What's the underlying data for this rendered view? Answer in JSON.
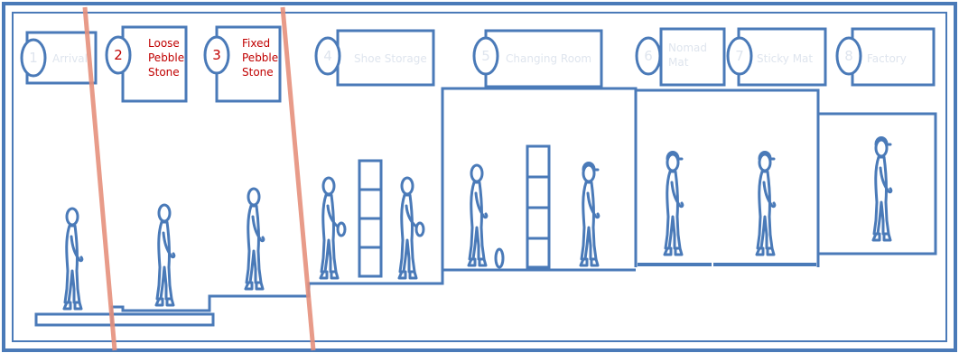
{
  "colors": {
    "line": "#4a7ab8",
    "active_text": "#c00000",
    "inactive_text": "#dfe5ee",
    "barrier": "#e6917d"
  },
  "steps": [
    {
      "num": "1",
      "label": "Arrival",
      "active": false
    },
    {
      "num": "2",
      "label_lines": [
        "Loose",
        "Pebble",
        "Stone"
      ],
      "active": true
    },
    {
      "num": "3",
      "label_lines": [
        "Fixed",
        "Pebble",
        "Stone"
      ],
      "active": true
    },
    {
      "num": "4",
      "label": "Shoe Storage",
      "active": false
    },
    {
      "num": "5",
      "label": "Changing Room",
      "active": false
    },
    {
      "num": "6",
      "label_lines": [
        "Nomad",
        "Mat"
      ],
      "active": false
    },
    {
      "num": "7",
      "label": "Sticky Mat",
      "active": false
    },
    {
      "num": "8",
      "label": "Factory",
      "active": false
    }
  ]
}
